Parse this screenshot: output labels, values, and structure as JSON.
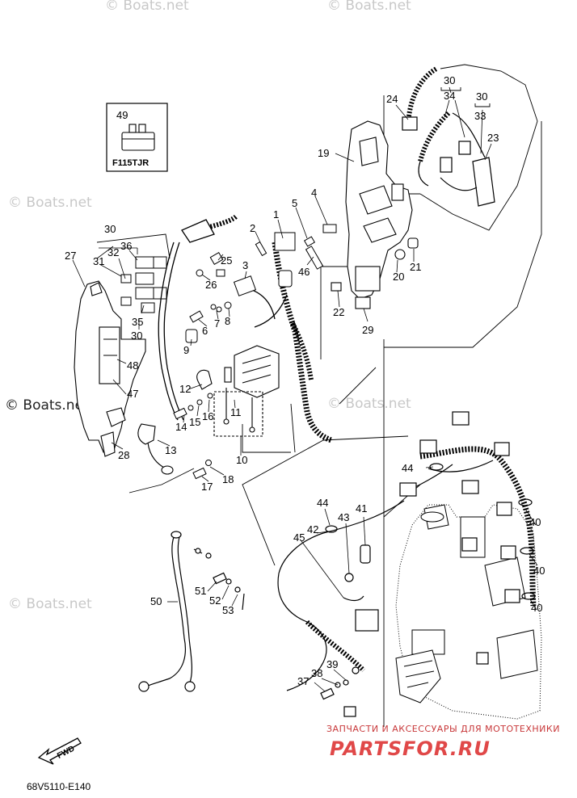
{
  "watermarks": [
    "© Boats.net",
    "© Boats.net",
    "© Boats.net",
    "© Boats.net",
    "© Boats.net",
    "© Boats.net"
  ],
  "inset": {
    "part": "49",
    "model": "F115TJR"
  },
  "diagram_code": "68V5110-E140",
  "fwd_label": "FWD",
  "brand": {
    "subtitle": "ЗАПЧАСТИ И АКСЕССУАРЫ ДЛЯ МОТОТЕХНИКИ",
    "name": "PARTSFOR.RU",
    "color": "#e04848"
  },
  "callouts": [
    {
      "id": "c-1",
      "text": "1"
    },
    {
      "id": "c-2",
      "text": "2"
    },
    {
      "id": "c-3",
      "text": "3"
    },
    {
      "id": "c-4",
      "text": "4"
    },
    {
      "id": "c-5",
      "text": "5"
    },
    {
      "id": "c-6",
      "text": "6"
    },
    {
      "id": "c-7",
      "text": "7"
    },
    {
      "id": "c-8",
      "text": "8"
    },
    {
      "id": "c-9",
      "text": "9"
    },
    {
      "id": "c-10",
      "text": "10"
    },
    {
      "id": "c-11",
      "text": "11"
    },
    {
      "id": "c-12",
      "text": "12"
    },
    {
      "id": "c-13",
      "text": "13"
    },
    {
      "id": "c-14",
      "text": "14"
    },
    {
      "id": "c-15",
      "text": "15"
    },
    {
      "id": "c-16",
      "text": "16"
    },
    {
      "id": "c-17",
      "text": "17"
    },
    {
      "id": "c-18",
      "text": "18"
    },
    {
      "id": "c-19",
      "text": "19"
    },
    {
      "id": "c-20",
      "text": "20"
    },
    {
      "id": "c-21",
      "text": "21"
    },
    {
      "id": "c-22",
      "text": "22"
    },
    {
      "id": "c-23",
      "text": "23"
    },
    {
      "id": "c-24",
      "text": "24"
    },
    {
      "id": "c-25",
      "text": "25"
    },
    {
      "id": "c-26",
      "text": "26"
    },
    {
      "id": "c-27",
      "text": "27"
    },
    {
      "id": "c-28",
      "text": "28"
    },
    {
      "id": "c-29",
      "text": "29"
    },
    {
      "id": "c-30a",
      "text": "30"
    },
    {
      "id": "c-30b",
      "text": "30"
    },
    {
      "id": "c-30c",
      "text": "30"
    },
    {
      "id": "c-30d",
      "text": "30"
    },
    {
      "id": "c-31",
      "text": "31"
    },
    {
      "id": "c-32",
      "text": "32"
    },
    {
      "id": "c-33",
      "text": "33"
    },
    {
      "id": "c-34",
      "text": "34"
    },
    {
      "id": "c-35",
      "text": "35"
    },
    {
      "id": "c-36",
      "text": "36"
    },
    {
      "id": "c-37",
      "text": "37"
    },
    {
      "id": "c-38",
      "text": "38"
    },
    {
      "id": "c-39",
      "text": "39"
    },
    {
      "id": "c-40a",
      "text": "40"
    },
    {
      "id": "c-40b",
      "text": "40"
    },
    {
      "id": "c-40c",
      "text": "40"
    },
    {
      "id": "c-41",
      "text": "41"
    },
    {
      "id": "c-42",
      "text": "42"
    },
    {
      "id": "c-43",
      "text": "43"
    },
    {
      "id": "c-44a",
      "text": "44"
    },
    {
      "id": "c-44b",
      "text": "44"
    },
    {
      "id": "c-45",
      "text": "45"
    },
    {
      "id": "c-46",
      "text": "46"
    },
    {
      "id": "c-47",
      "text": "47"
    },
    {
      "id": "c-48",
      "text": "48"
    },
    {
      "id": "c-50",
      "text": "50"
    },
    {
      "id": "c-51",
      "text": "51"
    },
    {
      "id": "c-52",
      "text": "52"
    },
    {
      "id": "c-53",
      "text": "53"
    }
  ]
}
